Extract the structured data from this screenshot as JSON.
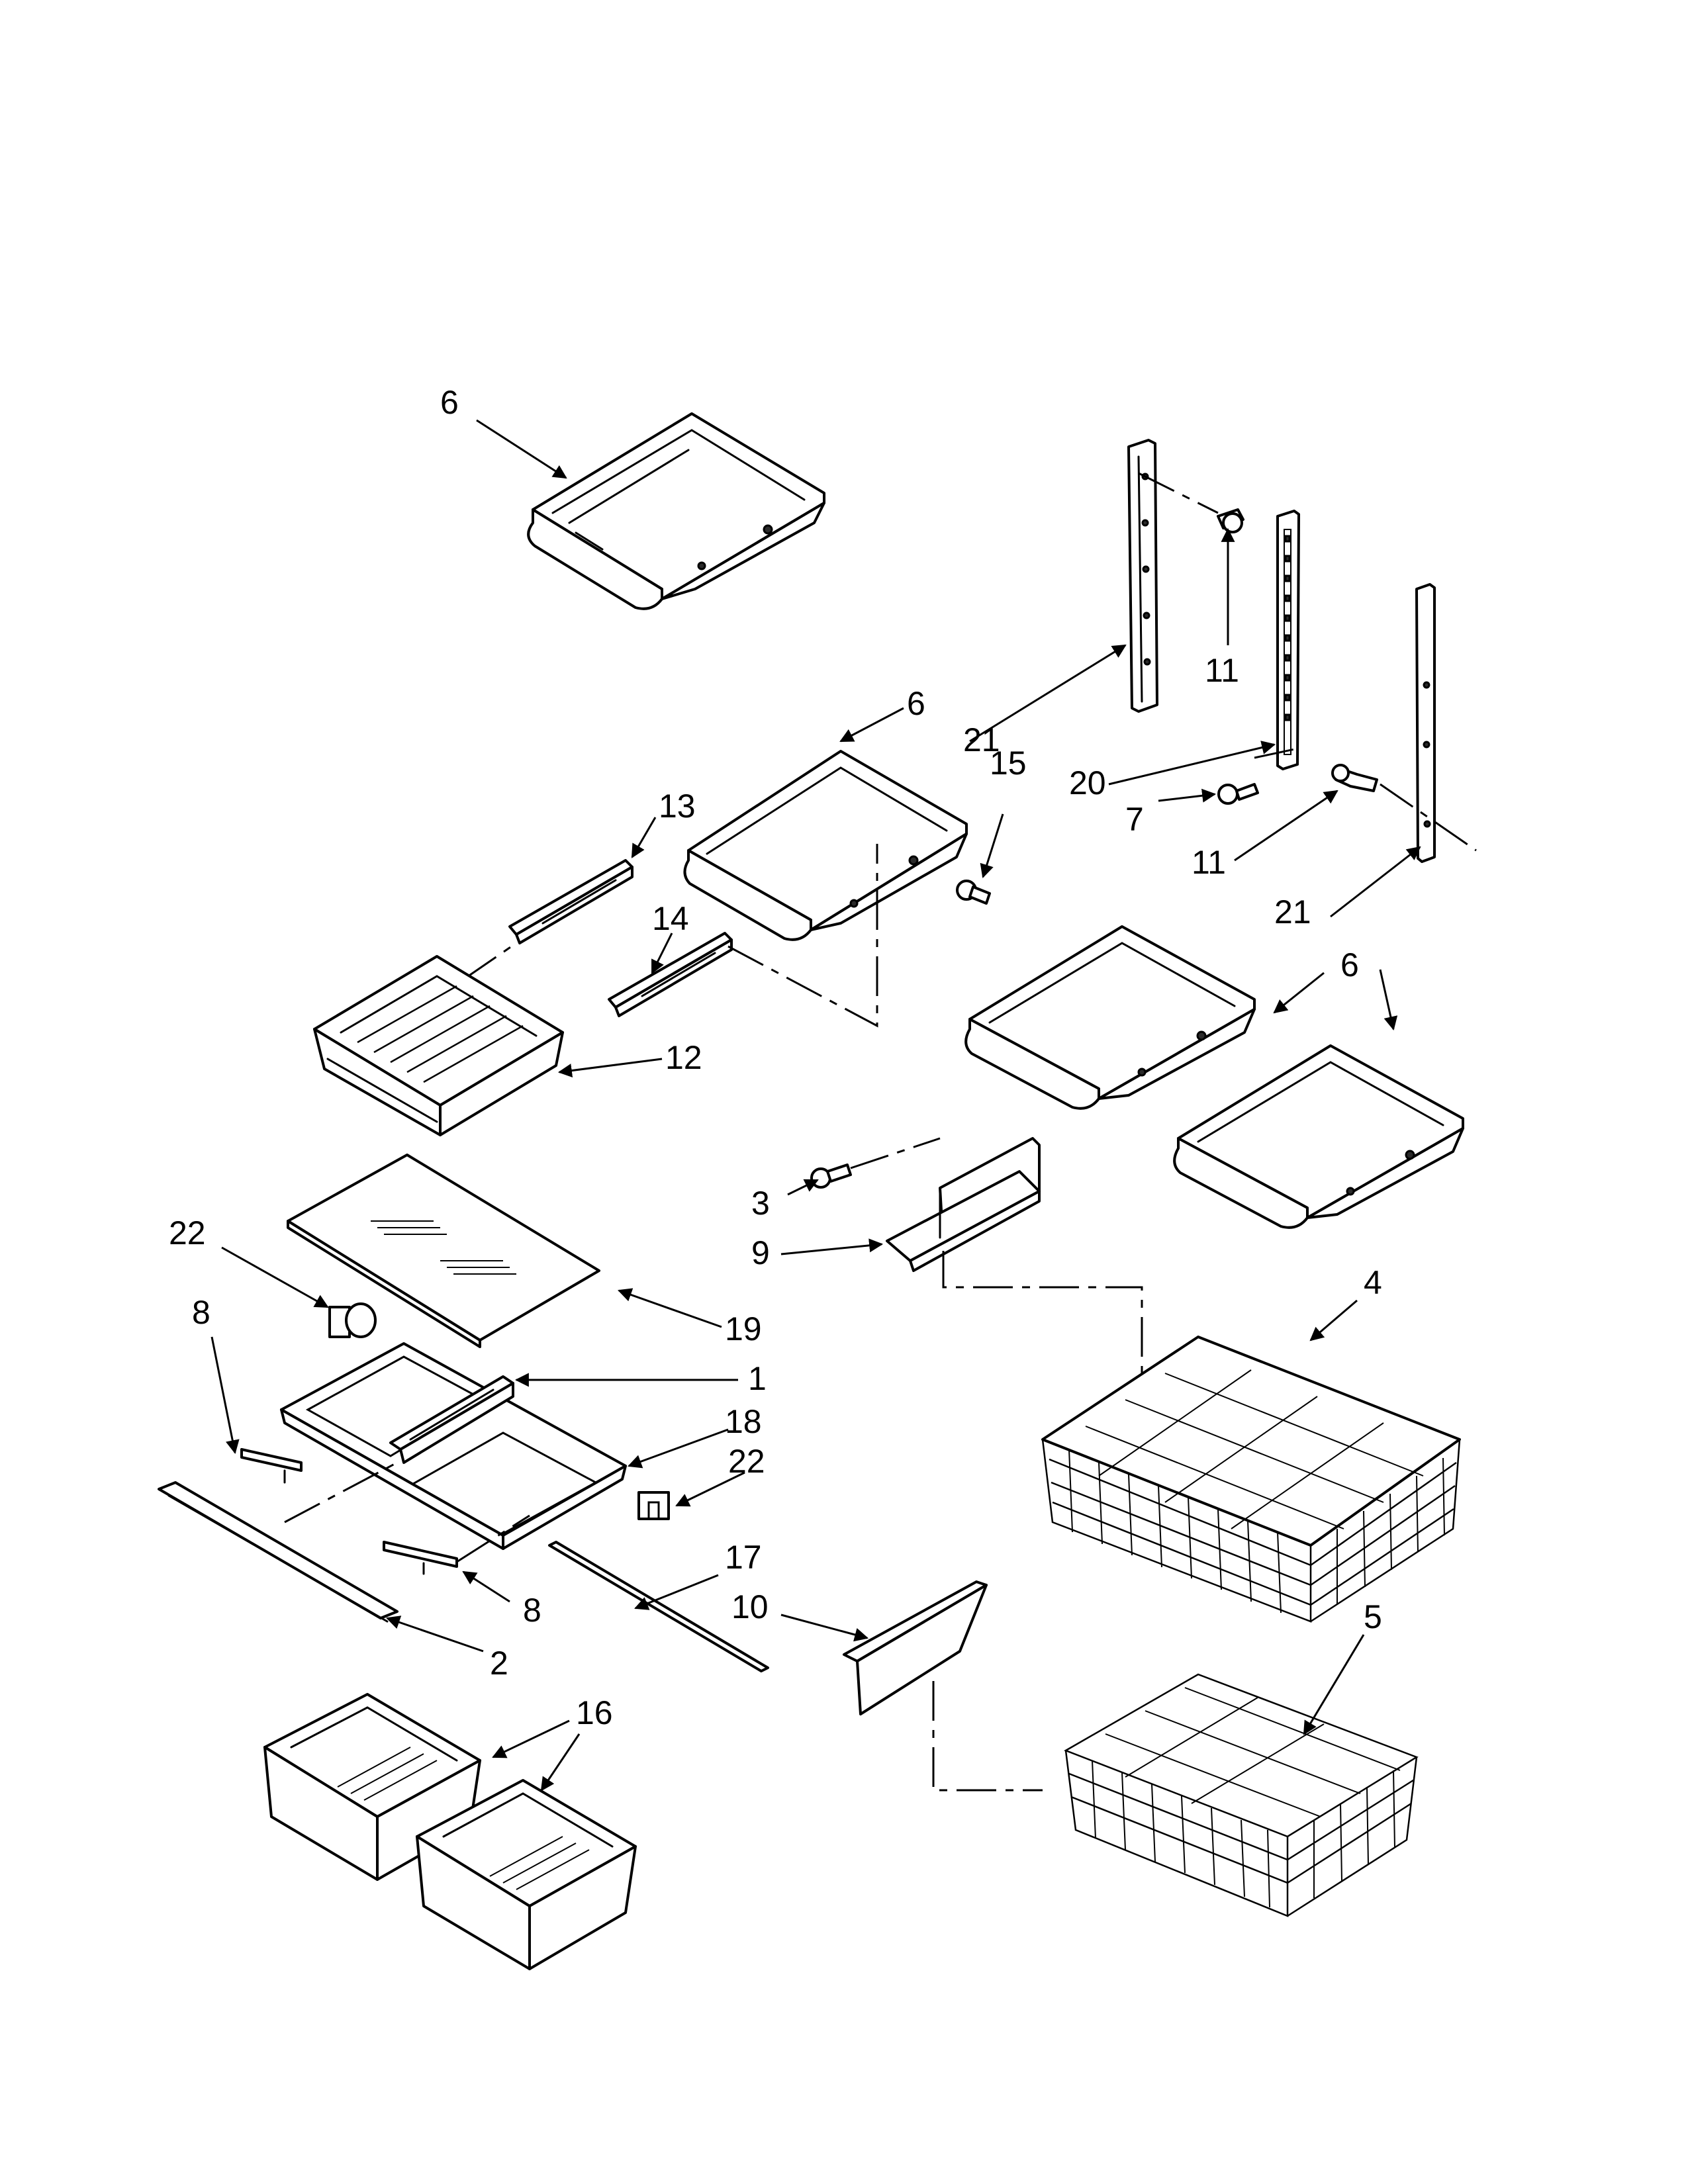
{
  "callouts": {
    "shelf_top": "6",
    "shelf_mid": "6",
    "shelf_right_a": "6",
    "shelf_right_b": "6",
    "screw_a": "15",
    "slide_left": "13",
    "slide_right": "14",
    "drawer_pan": "12",
    "glass": "19",
    "cover_rail": "1",
    "crisper_frame": "18",
    "stop_left": "22",
    "stop_right": "22",
    "bracket_left": "8",
    "bracket_right": "8",
    "front_trim": "2",
    "rod": "17",
    "crisper_bins": "16",
    "divider": "10",
    "basket_support": "9",
    "screw_b": "3",
    "basket_upper": "4",
    "basket_lower": "5",
    "rail_left_label": "21",
    "rail_right_label": "21",
    "rail_center_label": "20",
    "screw_top": "11",
    "screw_mid": "11",
    "screw_small": "7"
  },
  "icons": {
    "shelf": "cantilever-shelf-icon",
    "rail": "shelf-rail-icon",
    "screw": "screw-icon",
    "drawer": "meat-pan-drawer-icon",
    "basket": "wire-basket-icon",
    "bin": "crisper-bin-icon"
  }
}
